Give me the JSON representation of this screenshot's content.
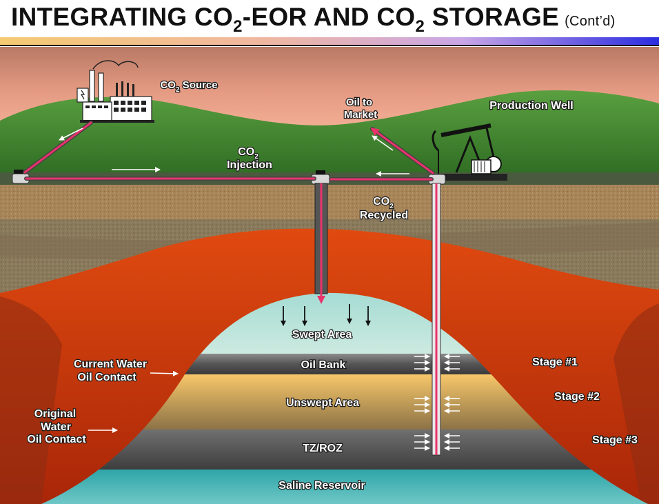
{
  "header": {
    "title_part1": "INTEGRATING CO",
    "title_sub1": "2",
    "title_part2": "-EOR AND CO",
    "title_sub2": "2",
    "title_part3": " STORAGE",
    "title_suffix": "(Cont’d)"
  },
  "labels": {
    "co2_source_main": "CO",
    "co2_source_sub": "2",
    "co2_source_rest": " Source",
    "oil_to_market_line1": "Oil to",
    "oil_to_market_line2": "Market",
    "production_well": "Production Well",
    "co2_injection_main": "CO",
    "co2_injection_sub": "2",
    "co2_injection_line2": "Injection",
    "co2_recycled_main": "CO",
    "co2_recycled_sub": "2",
    "co2_recycled_line2": "Recycled",
    "swept_area": "Swept Area",
    "oil_bank": "Oil Bank",
    "unswept_area": "Unswept Area",
    "tz_roz": "TZ/ROZ",
    "saline_reservoir": "Saline Reservoir",
    "current_water_line1": "Current Water",
    "current_water_line2": "Oil Contact",
    "original_water_line1": "Original",
    "original_water_line2": "Water",
    "original_water_line3": "Oil Contact",
    "stage1": "Stage #1",
    "stage2": "Stage #2",
    "stage3": "Stage #3"
  },
  "colors": {
    "pipe": "#e8336b",
    "rule_start": "#f5ca72",
    "rule_end": "#2a2ce0"
  }
}
